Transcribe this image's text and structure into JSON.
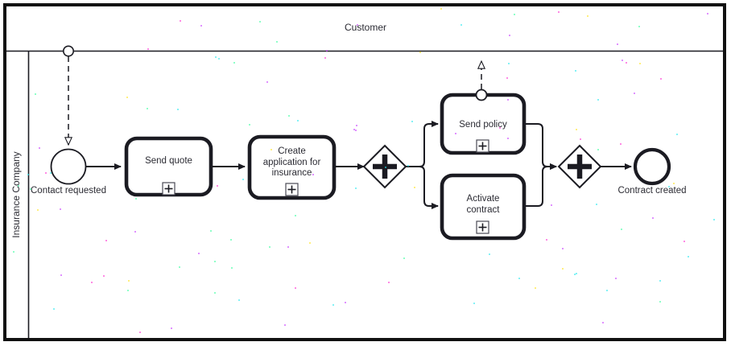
{
  "diagram": {
    "type": "bpmn-collaboration-diagram",
    "background_color": "#ffffff",
    "frame_color": "#111111",
    "stroke_color": "#1b1b22",
    "text_color": "#2b2b33"
  },
  "pools": {
    "customer": {
      "label": "Customer",
      "label_position": "top-center"
    },
    "insurance_company": {
      "label": "Insurance Company",
      "label_position": "left-vertical"
    }
  },
  "events": [
    {
      "id": "message-source",
      "name": "message-source-event",
      "label": "",
      "type": "message-start",
      "marker": "hollow-circle"
    },
    {
      "id": "start-event",
      "name": "start-event-contact-requested",
      "label": "Contact requested",
      "type": "start",
      "marker": "thin-circle"
    },
    {
      "id": "boundary-event",
      "name": "boundary-event-send-policy",
      "label": "",
      "type": "boundary",
      "marker": "hollow-circle"
    },
    {
      "id": "end-event",
      "name": "end-event-contract-created",
      "label": "Contract created",
      "type": "end",
      "marker": "thick-circle"
    }
  ],
  "tasks": [
    {
      "id": "send-quote",
      "label": "Send quote",
      "marker": "sub-process-plus",
      "marker_name": "subprocess-marker"
    },
    {
      "id": "create-application",
      "label": "Create\napplication for\ninsurance",
      "marker": "sub-process-plus",
      "marker_name": "subprocess-marker"
    },
    {
      "id": "send-policy",
      "label": "Send policy",
      "marker": "sub-process-plus",
      "marker_name": "subprocess-marker"
    },
    {
      "id": "activate-contract",
      "label": "Activate\ncontract",
      "marker": "sub-process-plus",
      "marker_name": "subprocess-marker"
    }
  ],
  "gateways": [
    {
      "id": "parallel-split",
      "label": "",
      "type": "parallel",
      "marker": "plus"
    },
    {
      "id": "parallel-join",
      "label": "",
      "type": "parallel",
      "marker": "plus"
    }
  ],
  "flows": [
    {
      "id": "msg-to-start",
      "type": "message-flow",
      "style": "dashed",
      "arrowhead": "hollow-triangle"
    },
    {
      "id": "start-to-send-quote",
      "type": "sequence-flow",
      "style": "solid",
      "arrowhead": "filled-triangle"
    },
    {
      "id": "send-quote-to-create-app",
      "type": "sequence-flow",
      "style": "solid",
      "arrowhead": "filled-triangle"
    },
    {
      "id": "create-app-to-split",
      "type": "sequence-flow",
      "style": "solid",
      "arrowhead": "filled-triangle"
    },
    {
      "id": "split-to-send-policy",
      "type": "sequence-flow",
      "style": "solid",
      "arrowhead": "filled-triangle"
    },
    {
      "id": "split-to-activate-contract",
      "type": "sequence-flow",
      "style": "solid",
      "arrowhead": "filled-triangle"
    },
    {
      "id": "send-policy-to-join",
      "type": "sequence-flow",
      "style": "solid",
      "arrowhead": "filled-triangle"
    },
    {
      "id": "activate-contract-to-join",
      "type": "sequence-flow",
      "style": "solid",
      "arrowhead": "filled-triangle"
    },
    {
      "id": "join-to-end",
      "type": "sequence-flow",
      "style": "solid",
      "arrowhead": "filled-triangle"
    },
    {
      "id": "boundary-to-customer",
      "type": "message-flow",
      "style": "dashed",
      "arrowhead": "hollow-triangle"
    }
  ]
}
